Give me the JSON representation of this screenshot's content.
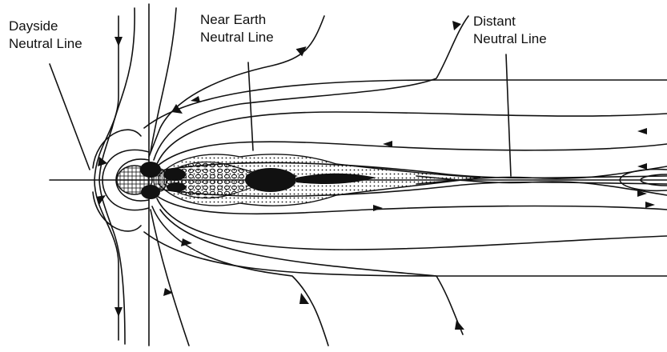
{
  "labels": {
    "dayside": [
      "Dayside",
      "Neutral Line"
    ],
    "near_earth": [
      "Near Earth",
      "Neutral Line"
    ],
    "distant": [
      "Distant",
      "Neutral Line"
    ]
  },
  "colors": {
    "line": "#111111",
    "fill": "#111111",
    "background": "#ffffff"
  }
}
